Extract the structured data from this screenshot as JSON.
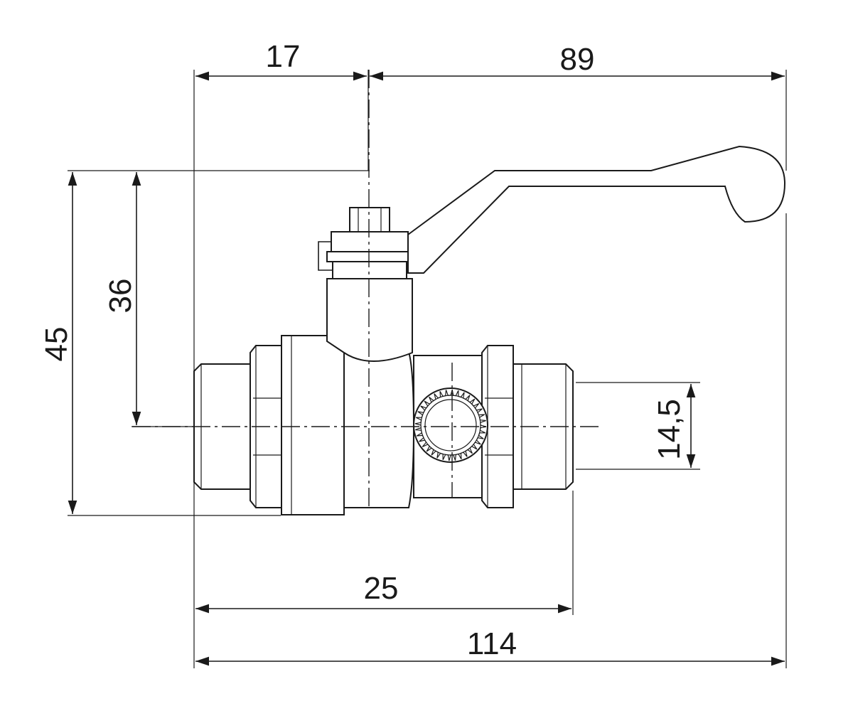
{
  "drawing": {
    "dimensions": {
      "top_left": "17",
      "top_right": "89",
      "height_total": "45",
      "height_to_lever": "36",
      "bore": "14,5",
      "body_length": "25",
      "overall_length": "114"
    }
  }
}
